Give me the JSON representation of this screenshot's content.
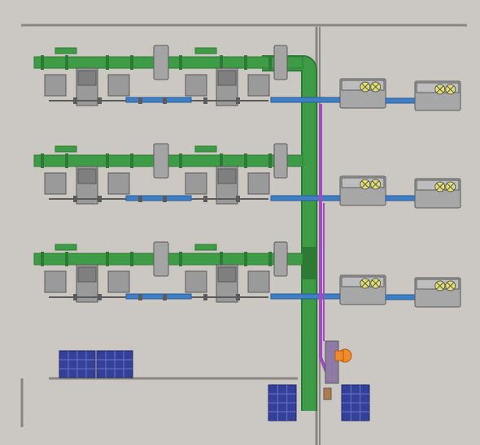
{
  "diagram": {
    "kind": "piping-layout-plan",
    "colors": {
      "background": "#cbc7c2",
      "wall": "#8a8783",
      "green_pipe": "#3f9c46",
      "green_pipe_dark": "#2c7a33",
      "blue_pipe": "#3f7fc6",
      "purple_pipe": "#a24ac0",
      "equipment": "#9a9a9a",
      "equipment_dark": "#5b5b5b",
      "fan_unit": "#a7a7a7",
      "fan_blade": "#e2e06a",
      "solar_panel": "#34409a",
      "orange_device": "#f08a2a",
      "valve_gray": "#a4a4a4"
    },
    "rows": [
      {
        "id": "row-1",
        "fan_units": 2
      },
      {
        "id": "row-2",
        "fan_units": 2
      },
      {
        "id": "row-3",
        "fan_units": 2
      }
    ],
    "panel_groups": [
      {
        "id": "panels-left",
        "count": 2
      },
      {
        "id": "panels-bottom-center",
        "count": 1
      },
      {
        "id": "panels-bottom-right",
        "count": 1
      }
    ]
  }
}
